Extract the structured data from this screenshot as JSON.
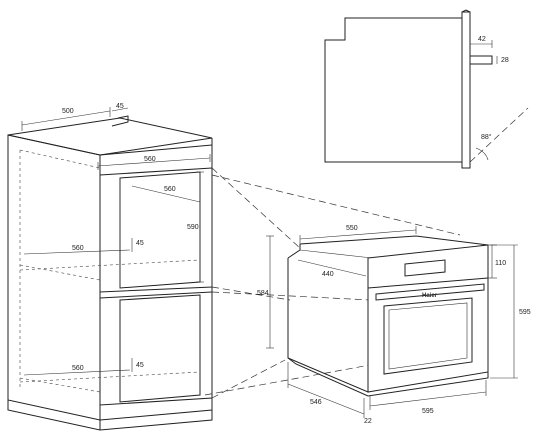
{
  "dimensions": {
    "cab_top_depth": "500",
    "cab_top_offset": "45",
    "cab_inner_width_top": "560",
    "cab_inner_depth_upper": "560",
    "cab_upper_height": "590",
    "cab_shelf_width": "560",
    "cab_shelf_offset": "45",
    "cab_lower_width": "560",
    "cab_lower_offset": "45",
    "oven_depth_top": "550",
    "oven_side_depth": "440",
    "oven_height_body": "584",
    "oven_panel_height": "110",
    "oven_total_height": "595",
    "oven_bottom_depth": "546",
    "oven_front_width": "595",
    "oven_door_thickness": "22",
    "detail_handle_depth": "42",
    "detail_handle_height": "28",
    "detail_door_angle": "88°"
  },
  "brand": "Haier"
}
